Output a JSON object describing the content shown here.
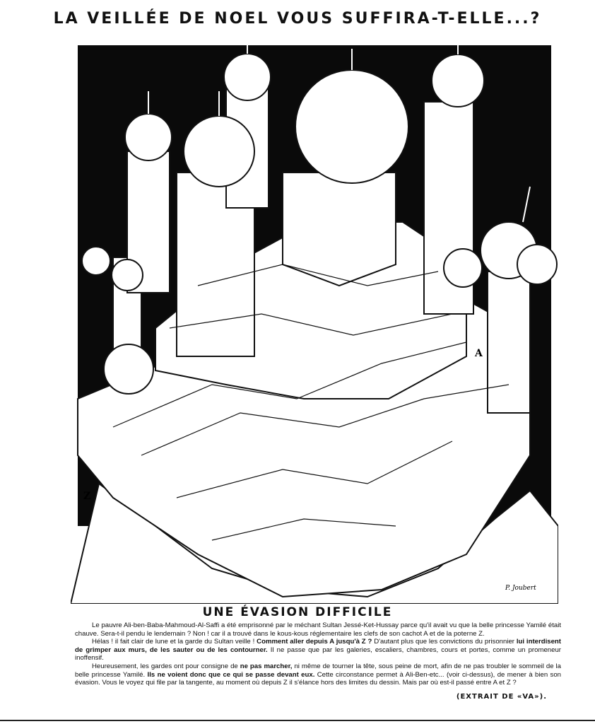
{
  "headline": "LA VEILLÉE DE NOEL VOUS SUFFIRA-T-ELLE...?",
  "illustration": {
    "label_a": "A",
    "label_z": "Z",
    "signature": "P. Joubert"
  },
  "article": {
    "title": "UNE ÉVASION DIFFICILE",
    "paragraphs": [
      {
        "parts": [
          {
            "text": "Le pauvre Ali-ben-Baba-Mahmoud-Al-Saffi a été emprisonné par le méchant Sultan Jessé-Ket-Hussay parce qu'il avait vu que la belle princesse Yamilé était chauve. Sera-t-il pendu le lendemain ? Non ! car il a trouvé dans le kous-kous réglementaire les clefs de son cachot A et de la poterne Z.",
            "bold": false
          }
        ]
      },
      {
        "parts": [
          {
            "text": "Hélas ! il fait clair de lune et la garde du Sultan veille ! ",
            "bold": false
          },
          {
            "text": "Comment aller depuis A jusqu'à Z ?",
            "bold": true
          },
          {
            "text": " D'autant plus que les convictions du prisonnier ",
            "bold": false
          },
          {
            "text": "lui interdisent de grimper aux murs, de les sauter ou de les contourner.",
            "bold": true
          },
          {
            "text": " Il ne passe que par les galeries, escaliers, chambres, cours et portes, comme un promeneur inoffensif.",
            "bold": false
          }
        ]
      },
      {
        "parts": [
          {
            "text": "Heureusement, les gardes ont pour consigne de ",
            "bold": false
          },
          {
            "text": "ne pas marcher,",
            "bold": true
          },
          {
            "text": " ni même de tourner la tête, sous peine de mort, afin de ne pas troubler le sommeil de la belle princesse Yamilé. ",
            "bold": false
          },
          {
            "text": "Ils ne voient donc que ce qui se passe devant eux.",
            "bold": true
          },
          {
            "text": " Cette circonstance permet à Ali-Ben-etc... (voir ci-dessus), de mener à bien son évasion. Vous le voyez qui file par la tangente, au moment où depuis Z il s'élance hors des limites du dessin. Mais par où est-il passé entre A et Z ?",
            "bold": false
          }
        ]
      }
    ],
    "credit": "(EXTRAIT DE «VA»)."
  }
}
